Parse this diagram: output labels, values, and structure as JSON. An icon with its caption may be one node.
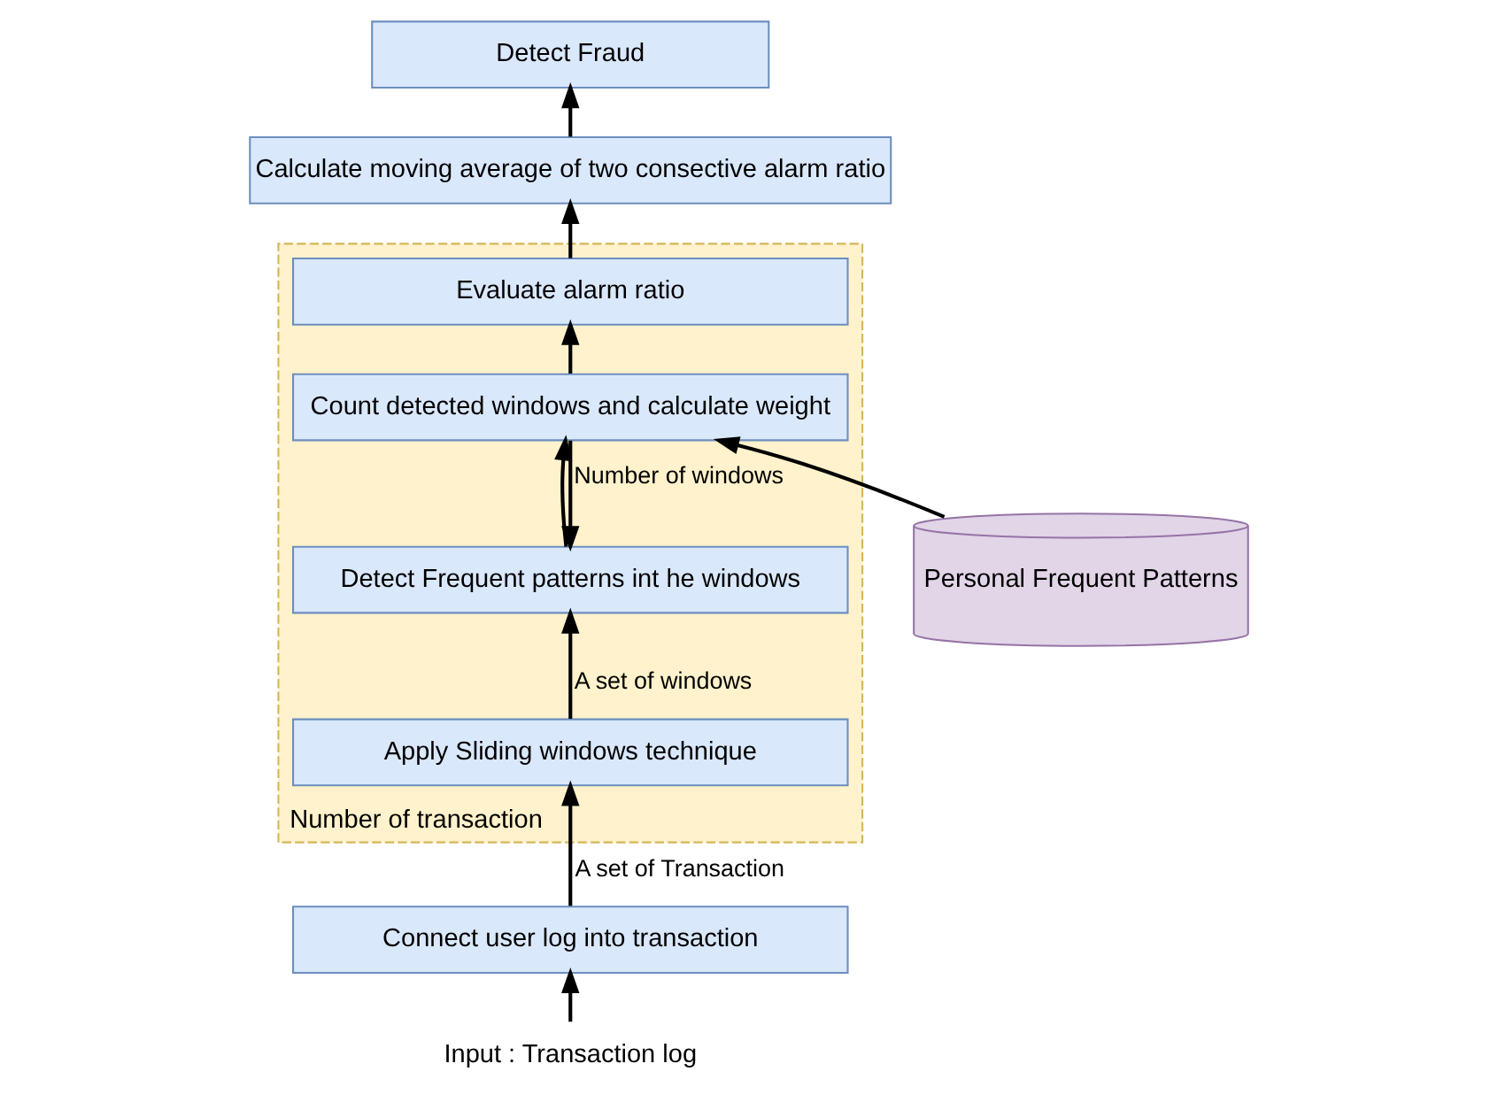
{
  "diagram": {
    "nodes": [
      {
        "text": [
          "Detect Fraud"
        ]
      },
      {
        "text": [
          "Calculate moving average of two consective alarm ratio"
        ]
      },
      {
        "text": [
          "Number of transaction"
        ]
      },
      {
        "text": [
          "Evaluate alarm ratio"
        ],
        "in": 2
      },
      {
        "text": [
          "Count detected windows and calculate weight"
        ],
        "in": 2
      },
      {
        "text": [
          "Detect Frequent patterns int he windows"
        ],
        "in": 2
      },
      {
        "text": [
          "Apply Sliding windows technique"
        ],
        "in": 2
      },
      {
        "text": [
          "Connect user log into transaction"
        ]
      },
      {
        "text": [
          "Input : Transaction log"
        ]
      },
      {
        "text": [
          "Personal Frequent Patterns"
        ]
      }
    ],
    "edges": [
      {
        "from": 8,
        "to": 7,
        "arrow": "to"
      },
      {
        "from": 7,
        "to": 6,
        "arrow": "to",
        "label": "A set of Transaction"
      },
      {
        "from": 6,
        "to": 5,
        "arrow": "to",
        "label": "A set of windows"
      },
      {
        "from": 5,
        "to": 4,
        "arrow": "to"
      },
      {
        "from": 4,
        "to": 3,
        "arrow": "to"
      },
      {
        "from": 3,
        "to": 1,
        "arrow": "to"
      },
      {
        "from": 1,
        "to": 0,
        "arrow": "to"
      },
      {
        "from": 9,
        "to": 4,
        "arrow": "to"
      },
      {
        "from": 4,
        "to": 5,
        "arrow": "to",
        "label": "Number of windows"
      }
    ]
  }
}
